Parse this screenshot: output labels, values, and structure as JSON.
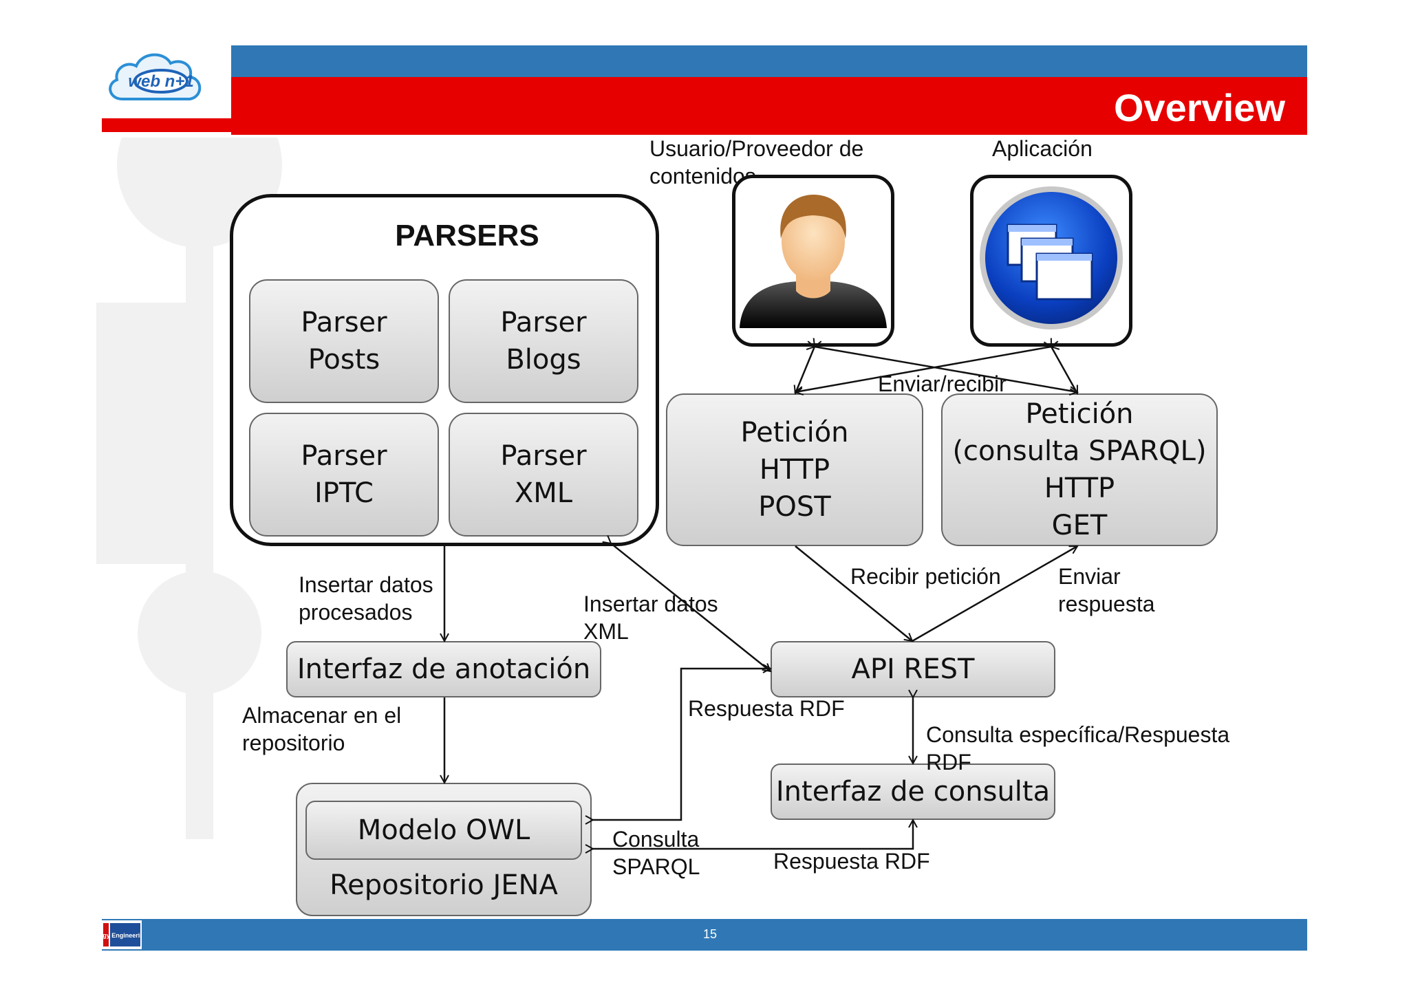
{
  "header": {
    "title": "Overview",
    "logo_text": "web n+1"
  },
  "footer": {
    "page_number": "15",
    "logo_text": "Ontology Engineering Group"
  },
  "parsers": {
    "title": "PARSERS",
    "posts": "Parser\nPosts",
    "blogs": "Parser\nBlogs",
    "iptc": "Parser\nIPTC",
    "xml": "Parser\nXML"
  },
  "actors": {
    "user_label": "Usuario/Proveedor de\ncontenidos",
    "app_label": "Aplicación"
  },
  "boxes": {
    "post": "Petición\nHTTP\nPOST",
    "get": "Petición\n(consulta SPARQL)\nHTTP\nGET",
    "annotation": "Interfaz de anotación",
    "api_rest": "API REST",
    "query_interface": "Interfaz de consulta",
    "owl_model": "Modelo OWL",
    "jena": "Repositorio JENA"
  },
  "edge_labels": {
    "send_receive": "Enviar/recibir",
    "insert_processed": "Insertar datos\nprocesados",
    "insert_xml": "Insertar datos\nXML",
    "receive_request": "Recibir petición",
    "send_response": "Enviar\nrespuesta",
    "store_repo": "Almacenar en el\nrepositorio",
    "rdf_response_1": "Respuesta RDF",
    "specific_query": "Consulta específica/Respuesta\nRDF",
    "sparql_query": "Consulta\nSPARQL",
    "rdf_response_2": "Respuesta RDF"
  },
  "colors": {
    "header_blue": "#2f78b5",
    "header_red": "#e60000",
    "box_fill_top": "#f2f2f2",
    "box_fill_bottom": "#cfcfcf"
  }
}
